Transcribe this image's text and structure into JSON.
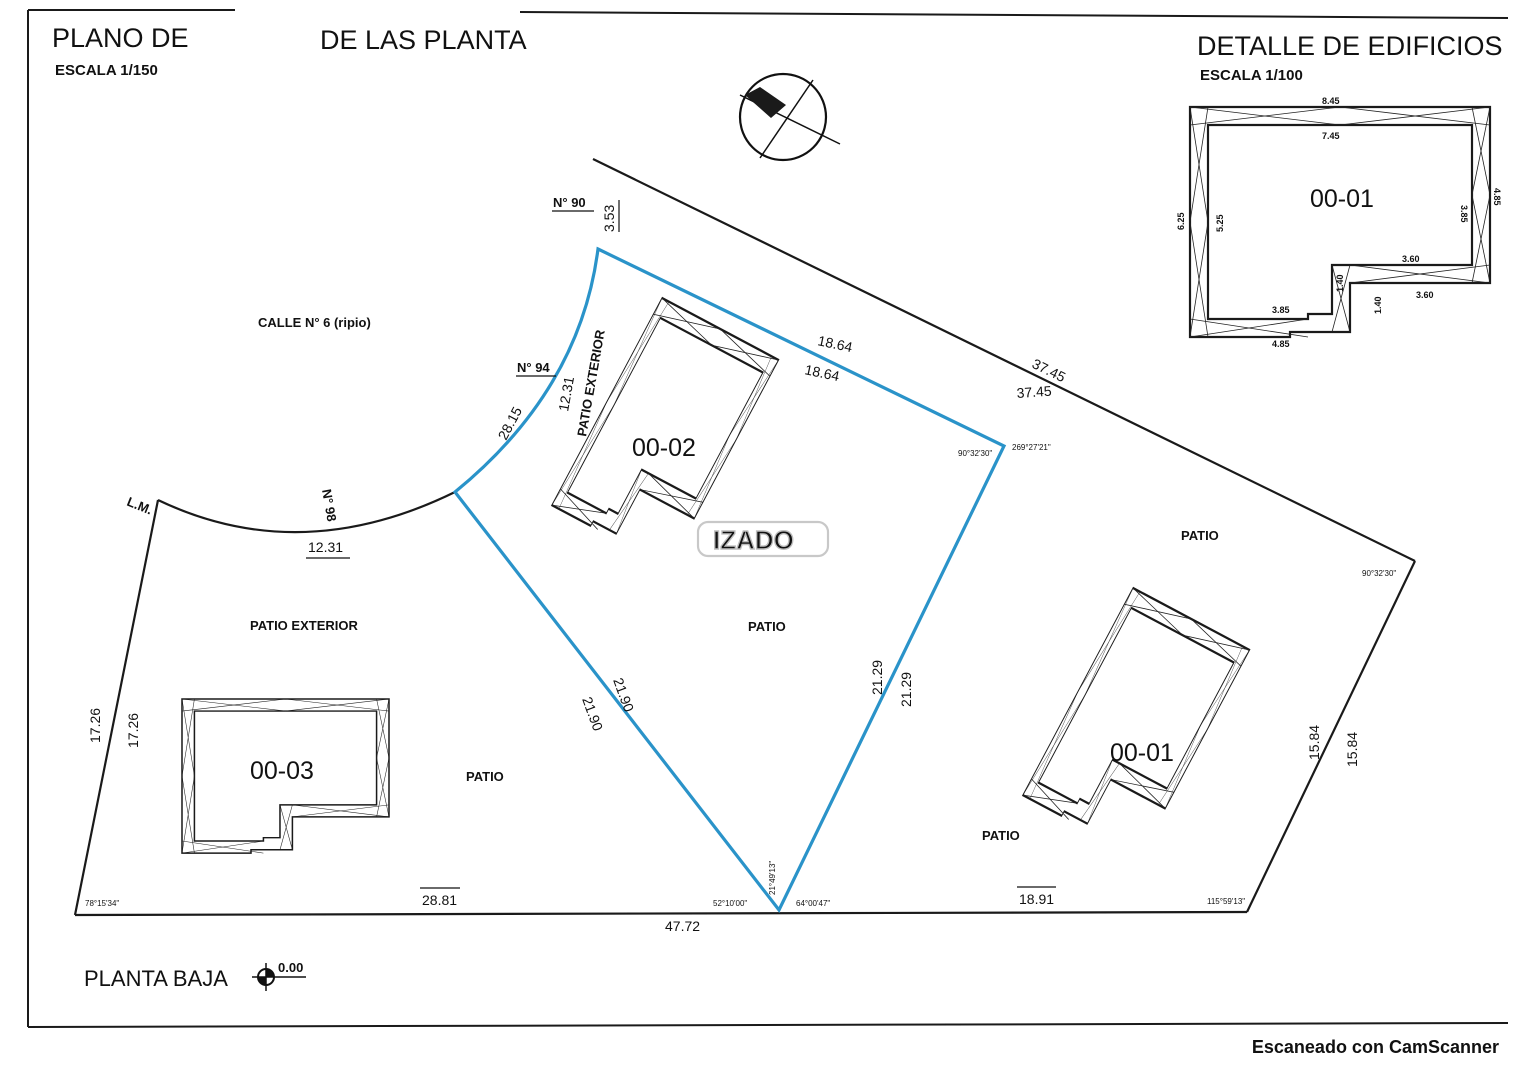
{
  "header": {
    "title_left": "PLANO DE",
    "title_mid": "DE LAS PLANTA",
    "scale_left": "ESCALA 1/150",
    "detail_title": "DETALLE DE EDIFICIOS",
    "detail_scale": "ESCALA 1/100"
  },
  "street": {
    "name": "CALLE N° 6  (ripio)",
    "num_90": "N° 90",
    "num_94": "N° 94",
    "num_98": "N° 98",
    "lm": "L.M."
  },
  "zones": {
    "patio_exterior_left": "PATIO EXTERIOR",
    "patio_exterior_top": "PATIO EXTERIOR",
    "patio_center": "PATIO",
    "patio_left": "PATIO",
    "patio_right_top": "PATIO",
    "patio_right_bottom": "PATIO"
  },
  "buildings": {
    "b_00_01_detail": "00-01",
    "b_00_01": "00-01",
    "b_00_02": "00-02",
    "b_00_03": "00-03"
  },
  "building_dims": {
    "outer_top": "8.45",
    "inner_top": "7.45",
    "outer_left": "6.25",
    "inner_left": "5.25",
    "inner_right": "3.85",
    "outer_right": "4.85",
    "notch_top": "3.60",
    "notch_bottom": "3.60",
    "notch_side_a": "1.40",
    "notch_side_b": "1.40",
    "inner_bottom": "3.85",
    "outer_bottom": "4.85"
  },
  "lot_dims": {
    "top_edge": "3.53",
    "arc_upper_chord": "12.31",
    "arc_upper_len": "28.15",
    "arc_lower": "12.31",
    "center_top": "18.64",
    "center_top_b": "18.64",
    "right_top": "37.45",
    "right_top_b": "37.45",
    "right_side": "15.84",
    "right_side_b": "15.84",
    "left_side": "17.26",
    "left_side_b": "17.26",
    "diag_left": "21.90",
    "diag_left_b": "21.90",
    "diag_right": "21.29",
    "diag_right_b": "21.29",
    "bottom_left": "28.81",
    "bottom_right": "18.91",
    "bottom_total": "47.72"
  },
  "angles": {
    "a_left_bottom": "78°15'34\"",
    "a_mid_bottom_left": "52°10'00\"",
    "a_mid_bottom_apex": "21°49'13\"",
    "a_mid_bottom_right": "64°00'47\"",
    "a_right_bottom": "115°59'13\"",
    "a_right_corner": "90°32'30\"",
    "a_center_right_in": "90°32'30\"",
    "a_center_right_out": "269°27'21\""
  },
  "level": {
    "label": "PLANTA BAJA",
    "value": "0.00"
  },
  "watermark": "IZADO",
  "footer": "Escaneado con CamScanner"
}
